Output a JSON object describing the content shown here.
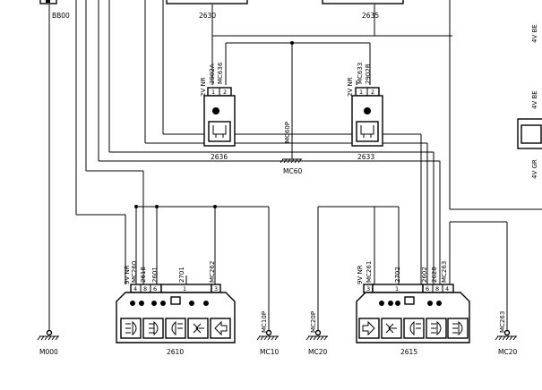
{
  "labels": {
    "bb00": "BB00",
    "c2630": "2630",
    "c2635": "2635",
    "c2636": "2636",
    "c2633": "2633",
    "c2610": "2610",
    "c2615": "2615",
    "mc60": "MC60",
    "mc60p": "MC60P",
    "mc10": "MC10",
    "mc10p": "MC10P",
    "mc20_left": "MC20",
    "mc20p": "MC20P",
    "mc20_right": "MC20",
    "mc263": "MC263",
    "m000": "M000"
  },
  "lamp_2636": {
    "conn": "2V NR",
    "wires": [
      "2902A",
      "MC636"
    ],
    "pins": [
      "1",
      "2"
    ]
  },
  "lamp_2633": {
    "conn": "2V NR",
    "wires": [
      "MC633",
      "2902B"
    ],
    "pins": [
      "1",
      "2"
    ]
  },
  "switch_2610": {
    "conn": "9V NR",
    "wires": [
      "MC260",
      "2618",
      "2601",
      "2701",
      "MC262"
    ],
    "pins": [
      "4",
      "8",
      "6",
      "1",
      "3"
    ]
  },
  "switch_2615": {
    "conn": "9V NR",
    "wires": [
      "MC261",
      "2702",
      "2602",
      "2628",
      "MC263"
    ],
    "pins": [
      "3",
      "1",
      "6",
      "8",
      "4"
    ]
  },
  "right_edge": {
    "conn_top": "4V BE",
    "conn_mid": "4V BE",
    "conn_bot": "4V GR"
  }
}
